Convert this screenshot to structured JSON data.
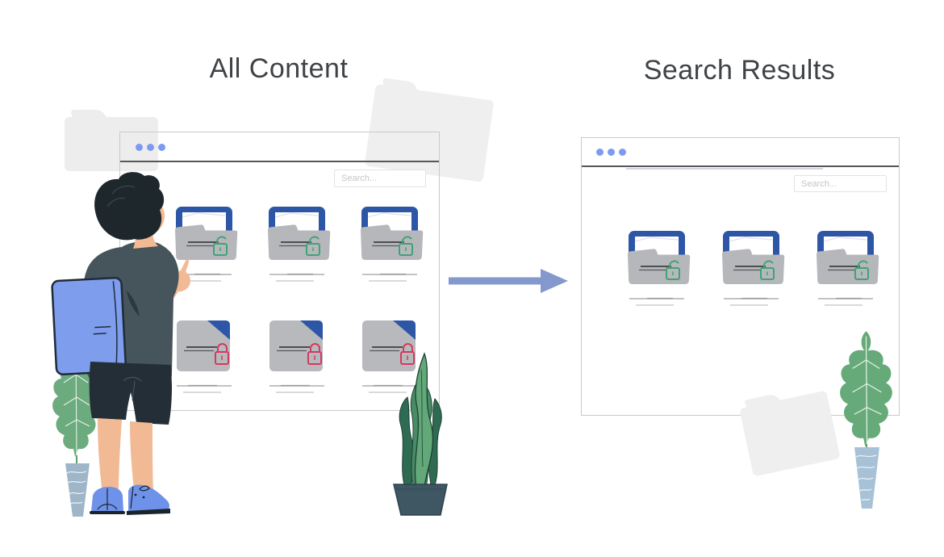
{
  "panels": {
    "all_content": {
      "title": "All Content",
      "search": {
        "placeholder": "Search..."
      },
      "rows": [
        {
          "items": [
            {
              "kind": "folder-open",
              "lock": "unlocked"
            },
            {
              "kind": "folder-open",
              "lock": "unlocked"
            },
            {
              "kind": "folder-open",
              "lock": "unlocked"
            }
          ]
        },
        {
          "items": [
            {
              "kind": "document",
              "lock": "locked"
            },
            {
              "kind": "document",
              "lock": "locked"
            },
            {
              "kind": "document",
              "lock": "locked"
            }
          ]
        }
      ]
    },
    "search_results": {
      "title": "Search Results",
      "search": {
        "placeholder": "Search..."
      },
      "rows": [
        {
          "items": [
            {
              "kind": "folder-open",
              "lock": "unlocked"
            },
            {
              "kind": "folder-open",
              "lock": "unlocked"
            },
            {
              "kind": "folder-open",
              "lock": "unlocked"
            }
          ]
        }
      ]
    }
  },
  "arrow": {
    "direction": "right"
  },
  "colors": {
    "folder_blue": "#2d56a6",
    "window_dot_blue": "#7d9af3",
    "unlocked_green": "#3fa376",
    "locked_red": "#d23a5e",
    "arrow_blue": "#8398cd",
    "window_border": "#c9cacc"
  },
  "icons": [
    "window-control-dot",
    "search-input",
    "open-folder-icon",
    "locked-document-icon",
    "unlock-padlock-icon",
    "lock-padlock-icon",
    "flow-arrow",
    "background-folder"
  ],
  "illustration": {
    "person": "man-pointing-at-screen",
    "plants": [
      "leafy-plant-left",
      "snake-plant-center",
      "leafy-plant-right"
    ]
  }
}
